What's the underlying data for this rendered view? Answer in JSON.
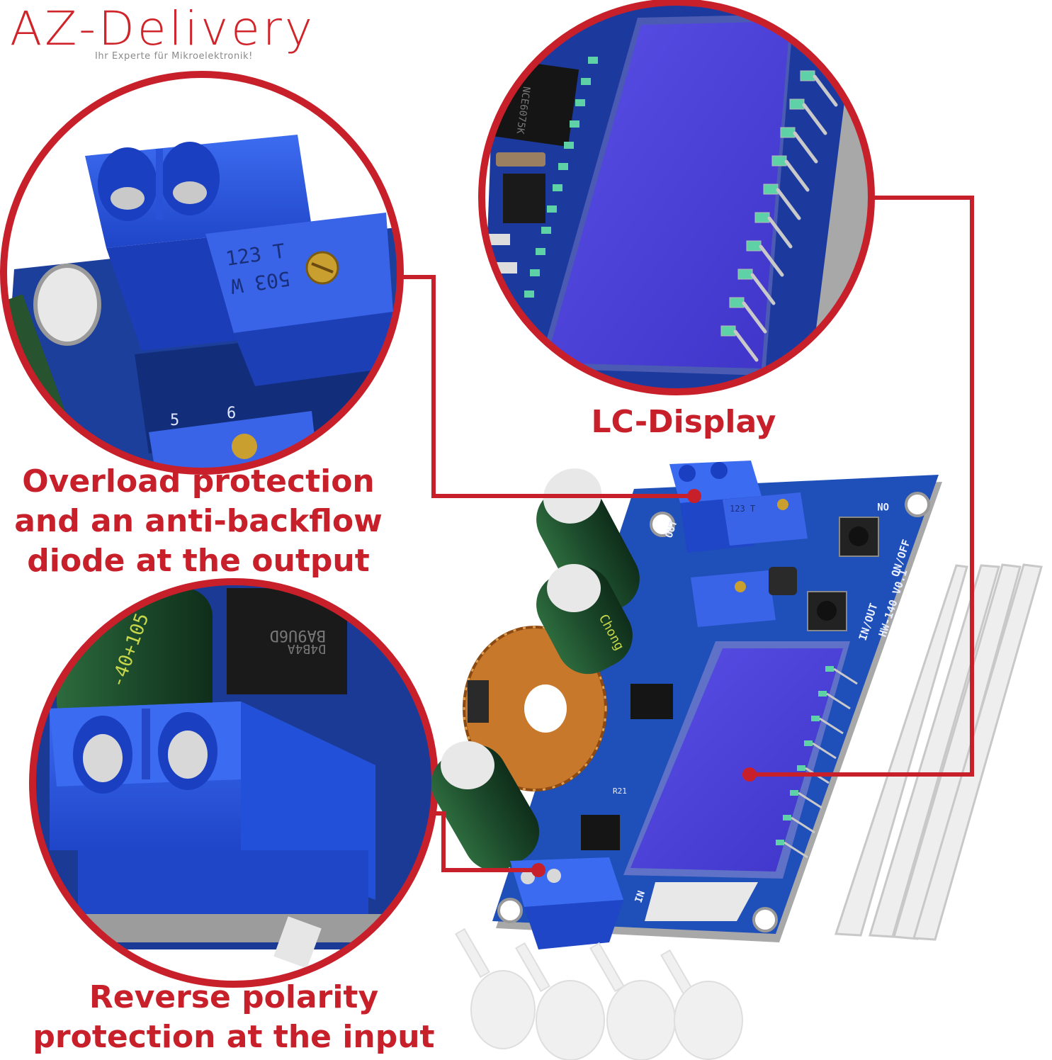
{
  "brand": {
    "name": "AZ-Delivery",
    "tagline": "Ihr Experte für Mikroelektronik!",
    "color": "#d0242b"
  },
  "callouts": [
    {
      "id": "overload",
      "lines": [
        "Overload protection",
        "and an anti-backflow",
        "diode at the output"
      ],
      "color": "#c8202a"
    },
    {
      "id": "reverse-polarity",
      "lines": [
        "Reverse polarity",
        "protection at the input"
      ],
      "color": "#c8202a"
    },
    {
      "id": "lcd",
      "lines": [
        "LC-Display"
      ],
      "color": "#c8202a"
    }
  ],
  "board": {
    "model": "HW-140 V0.1",
    "labels": {
      "on_off": "ON/OFF",
      "in_out": "IN/OUT",
      "on": "ON",
      "out": "OUT",
      "in": "IN",
      "r21": "R21"
    },
    "potentiometer": {
      "line1": "123 T",
      "line2": "503 W"
    },
    "chips": {
      "mosfet": "NCE6075K",
      "diode": "BA9U6D",
      "diode_code": "D4B4A"
    },
    "capacitor": {
      "brand": "Chong",
      "rating": "-40+105°C"
    },
    "colors": {
      "pcb": "#1f4fb8",
      "lcd": "#4a3fd6",
      "terminal": "#2f5fe0",
      "capacitor": "#1e4a2e",
      "coil": "#c7782a"
    }
  },
  "accessories": {
    "heatsinks": 4,
    "standoffs": 4
  }
}
